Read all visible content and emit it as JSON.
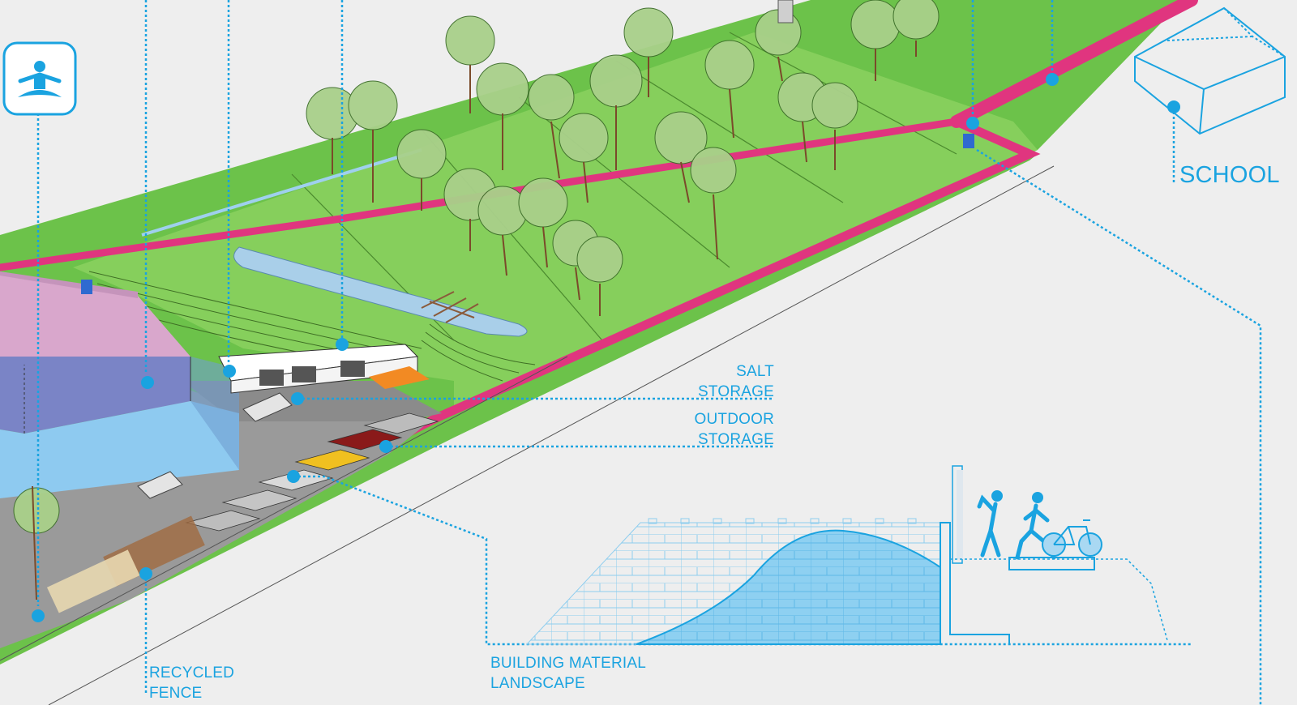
{
  "labels": {
    "school": "SCHOOL",
    "salt_storage": [
      "SALT",
      "STORAGE"
    ],
    "outdoor_storage": [
      "OUTDOOR",
      "STORAGE"
    ],
    "recycled_fence": [
      "RECYCLED",
      "FENCE"
    ],
    "building_material_landscape": [
      "BUILDING MATERIAL",
      "LANDSCAPE"
    ]
  },
  "icons": [
    "meditation-icon",
    "school-house-icon",
    "walking-person-icon",
    "running-person-icon",
    "bicycle-icon"
  ],
  "colors": {
    "background": "#eeeeee",
    "annotation_blue": "#1aa3e0",
    "grass_green": "#6cc24a",
    "path_pink": "#e0357f",
    "building_purple": "#7a84c6",
    "building_pink": "#d9a7cc",
    "building_lightblue": "#8ecaf0",
    "pavement_grey": "#9a9a9a",
    "water_blue": "#a9cfe9"
  }
}
